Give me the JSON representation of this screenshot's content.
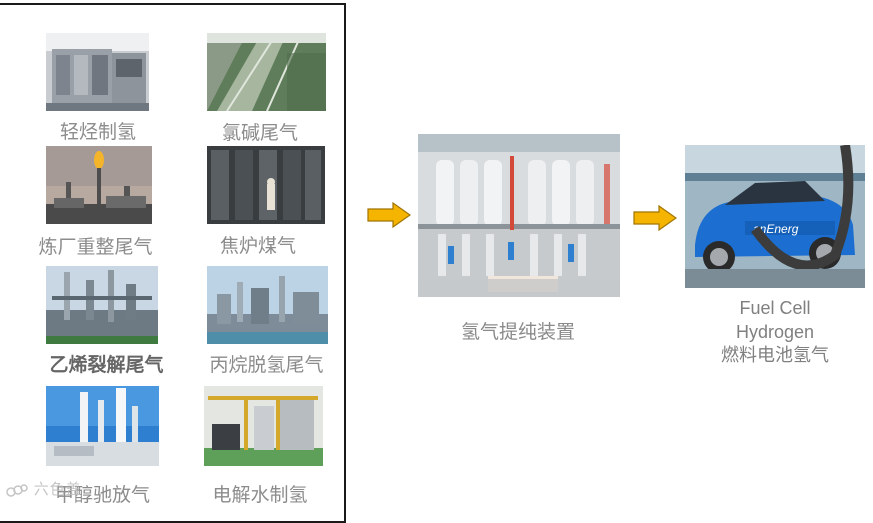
{
  "sources": [
    {
      "label": "轻烃制氢",
      "bold": false
    },
    {
      "label": "氯碱尾气",
      "bold": false
    },
    {
      "label": "炼厂重整尾气",
      "bold": false
    },
    {
      "label": "焦炉煤气",
      "bold": false
    },
    {
      "label": "乙烯裂解尾气",
      "bold": true
    },
    {
      "label": "丙烷脱氢尾气",
      "bold": false
    },
    {
      "label": "甲醇驰放气",
      "bold": false
    },
    {
      "label": "电解水制氢",
      "bold": false
    }
  ],
  "purifier": {
    "label": "氢气提纯装置"
  },
  "product": {
    "line1": "Fuel Cell",
    "line2": "Hydrogen",
    "line3": "燃料电池氢气"
  },
  "watermark": {
    "text": "六色盖"
  },
  "colors": {
    "arrow_fill": "#f5b400",
    "arrow_stroke": "#a07400",
    "border": "#1a1a1a"
  }
}
